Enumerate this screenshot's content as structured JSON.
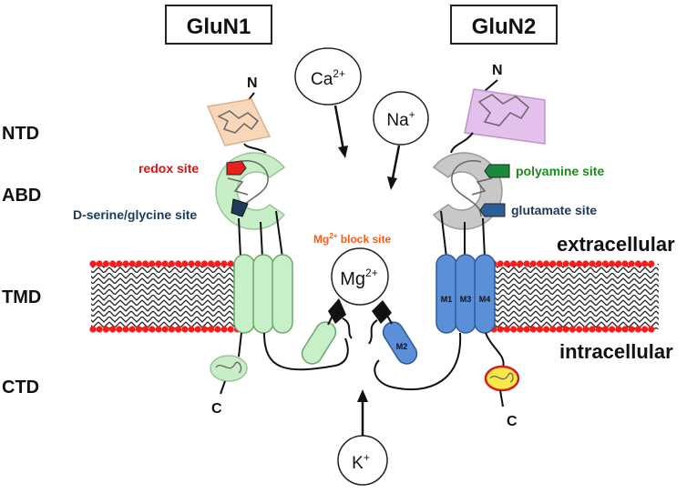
{
  "headers": {
    "left": "GluN1",
    "right": "GluN2"
  },
  "domains": {
    "ntd": "NTD",
    "abd": "ABD",
    "tmd": "TMD",
    "ctd": "CTD"
  },
  "membrane": {
    "outside": "extracellular",
    "inside": "intracellular"
  },
  "sites": {
    "redox": "redox site",
    "glycine": "D-serine/glycine site",
    "polyamine": "polyamine site",
    "glutamate": "glutamate site",
    "mg_block_main": "Mg",
    "mg_block_sup": "2+",
    "mg_block_rest": " block site"
  },
  "ions": {
    "ca": {
      "base": "Ca",
      "sup": "2+"
    },
    "na": {
      "base": "Na",
      "sup": "+"
    },
    "mg": {
      "base": "Mg",
      "sup": "2+"
    },
    "k": {
      "base": "K",
      "sup": "+"
    }
  },
  "termini": {
    "n": "N",
    "c": "C"
  },
  "helices": {
    "m1": "M1",
    "m3": "M3",
    "m4": "M4",
    "m2": "M2"
  },
  "colors": {
    "glun1_ntd": "#f8d8b8",
    "glun2_ntd": "#e4c0ec",
    "glun1_abd": "#c8eec8",
    "glun2_abd": "#c8c8c8",
    "glun1_tmd": "#c8f0c8",
    "glun2_tmd": "#5b8fd8",
    "lipid_head": "#ff1a1a",
    "redox_label": "#e01010",
    "glycine_label": "#1a3a5c",
    "polyamine_label": "#1a8a1a",
    "glutamate_label": "#1a3a5c",
    "mg_label": "#ff5a10"
  }
}
